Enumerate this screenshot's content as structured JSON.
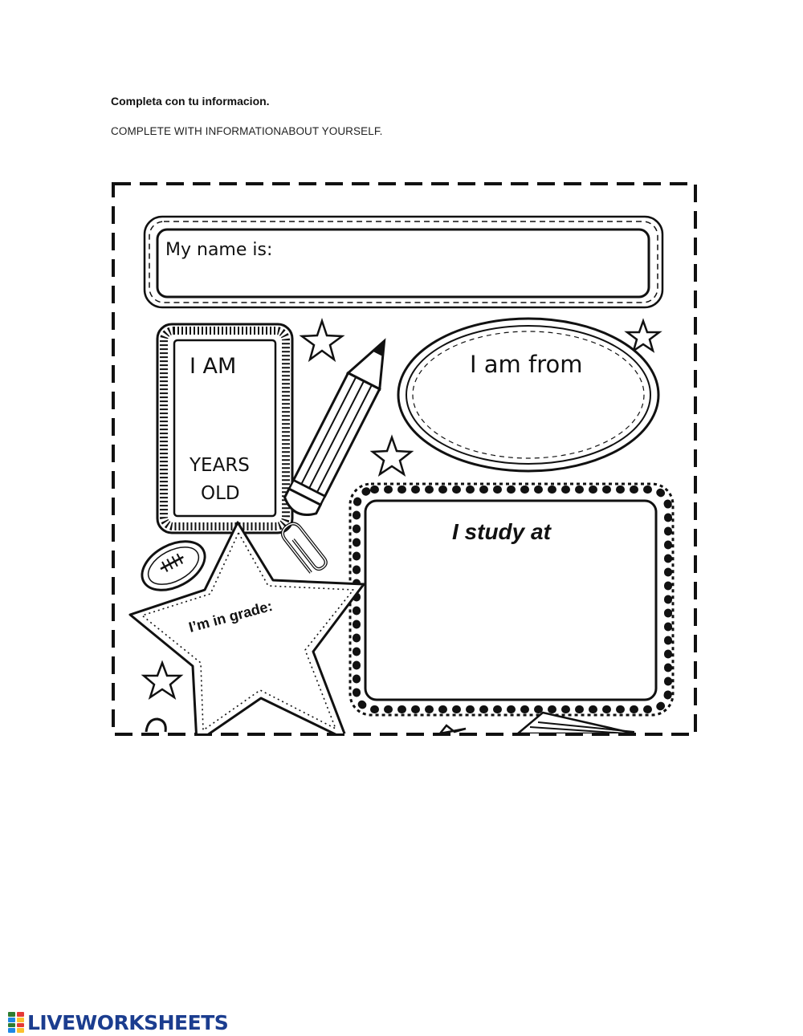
{
  "instructions": {
    "spanish": "Completa con tu informacion.",
    "english": "COMPLETE WITH INFORMATIONABOUT YOURSELF."
  },
  "worksheet": {
    "name_label": "My name is:",
    "age_top": "I AM",
    "age_bottom_1": "YEARS",
    "age_bottom_2": "OLD",
    "from_label": "I am from",
    "study_label": "I study at",
    "grade_label": "I’m in grade:"
  },
  "footer": {
    "brand": "LIVEWORKSHEETS",
    "logo_icon": "liveworksheets-logo-icon",
    "brand_color": "#1b3d8f",
    "logo_colors": [
      "#2e7d32",
      "#e53935",
      "#1e88e5",
      "#fbc02d"
    ]
  }
}
